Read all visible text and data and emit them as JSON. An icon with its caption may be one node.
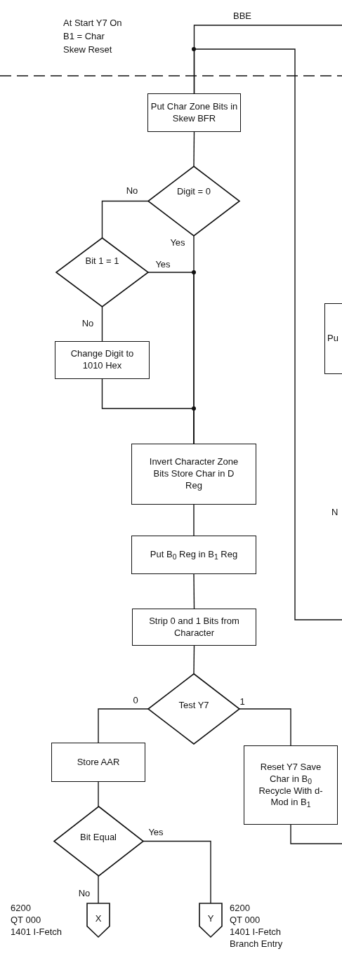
{
  "diagram": {
    "nodes": [
      {
        "text": [
          "Put Char Zone Bits in Skew BFR"
        ]
      },
      {
        "text": [
          "Digit = 0"
        ]
      },
      {
        "text": [
          "Bit 1 = 1"
        ]
      },
      {
        "text": [
          "Change Digit to 1010 Hex"
        ]
      },
      {
        "text": [
          "Invert Character Zone Bits Store Char in D Reg"
        ]
      },
      {
        "text": [
          "Put B$_{0}$ Reg in B$_{1}$ Reg"
        ]
      },
      {
        "text": [
          "Strip 0 and 1 Bits from Character"
        ]
      },
      {
        "text": [
          "Test Y7"
        ]
      },
      {
        "text": [
          "Store AAR"
        ]
      },
      {
        "text": [
          "Reset Y7 Save Char in B$_{0}$ Recycle With d-Mod in B$_{1}$"
        ]
      },
      {
        "text": [
          "Bit Equal"
        ]
      },
      {
        "text": [
          "X"
        ],
        "beside": [
          "6200",
          "QT 000",
          "1401 I-Fetch"
        ]
      },
      {
        "text": [
          "Y"
        ],
        "beside": [
          "6200",
          "QT 000",
          "1401 I-Fetch",
          "Branch Entry"
        ]
      },
      {
        "text": [
          "Pu"
        ]
      }
    ],
    "edges": [
      {
        "from": null,
        "to": 0,
        "arrow": "none",
        "label": "BBE"
      },
      {
        "from": null,
        "to": 0,
        "arrow": "none"
      },
      {
        "from": 0,
        "to": 1,
        "arrow": "none"
      },
      {
        "from": 1,
        "to": 2,
        "arrow": "none",
        "label": "No"
      },
      {
        "from": 1,
        "to": 4,
        "arrow": "none",
        "label": "Yes"
      },
      {
        "from": 2,
        "to": 4,
        "arrow": "none",
        "label": "Yes"
      },
      {
        "from": 2,
        "to": 3,
        "arrow": "none",
        "label": "No"
      },
      {
        "from": 3,
        "to": 4,
        "arrow": "none"
      },
      {
        "from": 4,
        "to": 5,
        "arrow": "none"
      },
      {
        "from": 5,
        "to": 6,
        "arrow": "none"
      },
      {
        "from": 6,
        "to": 7,
        "arrow": "none"
      },
      {
        "from": 7,
        "to": 8,
        "arrow": "none",
        "label": "0"
      },
      {
        "from": 7,
        "to": 9,
        "arrow": "none",
        "label": "1"
      },
      {
        "from": 8,
        "to": 10,
        "arrow": "none"
      },
      {
        "from": 10,
        "to": 12,
        "arrow": "none",
        "label": "Yes"
      },
      {
        "from": 10,
        "to": 11,
        "arrow": "none",
        "label": "No"
      },
      {
        "from": 9,
        "to": null,
        "arrow": "none"
      }
    ],
    "labels": [
      "At Start Y7 On",
      "B1 = Char",
      "Skew Reset",
      "N"
    ]
  }
}
